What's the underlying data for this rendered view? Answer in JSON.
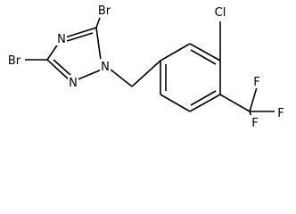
{
  "molecule": {
    "atoms": {
      "br_top": "Br",
      "br_left": "Br",
      "n_top": "N",
      "n_ring": "N",
      "n_bottom": "N",
      "cl": "Cl",
      "f_top": "F",
      "f_right": "F",
      "f_bottom": "F"
    }
  }
}
